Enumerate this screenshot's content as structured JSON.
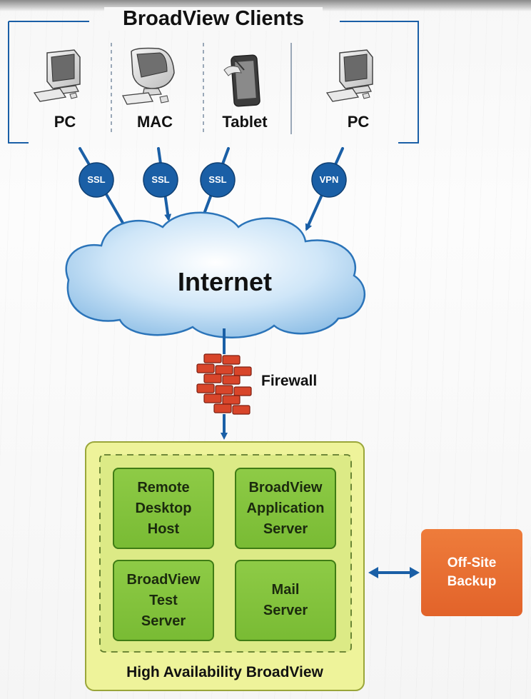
{
  "clients": {
    "title": "BroadView Clients",
    "devices": [
      {
        "label": "PC",
        "icon": "desktop-pc-icon"
      },
      {
        "label": "MAC",
        "icon": "imac-icon"
      },
      {
        "label": "Tablet",
        "icon": "tablet-icon"
      },
      {
        "label": "PC",
        "icon": "desktop-pc-icon"
      }
    ]
  },
  "connections": [
    "SSL",
    "SSL",
    "SSL",
    "VPN"
  ],
  "internet": {
    "label": "Internet"
  },
  "firewall": {
    "label": "Firewall"
  },
  "ha": {
    "label": "High Availability BroadView",
    "servers": [
      "Remote\nDesktop\nHost",
      "BroadView\nApplication\nServer",
      "BroadView\nTest\nServer",
      "Mail\nServer"
    ]
  },
  "backup": {
    "label": "Off-Site\nBackup"
  },
  "colors": {
    "connection_blue": "#1a5fa6",
    "server_green": "#7dbf37",
    "ha_panel": "#eef39a",
    "backup_orange": "#e8692f",
    "firewall_red": "#d8452a"
  }
}
